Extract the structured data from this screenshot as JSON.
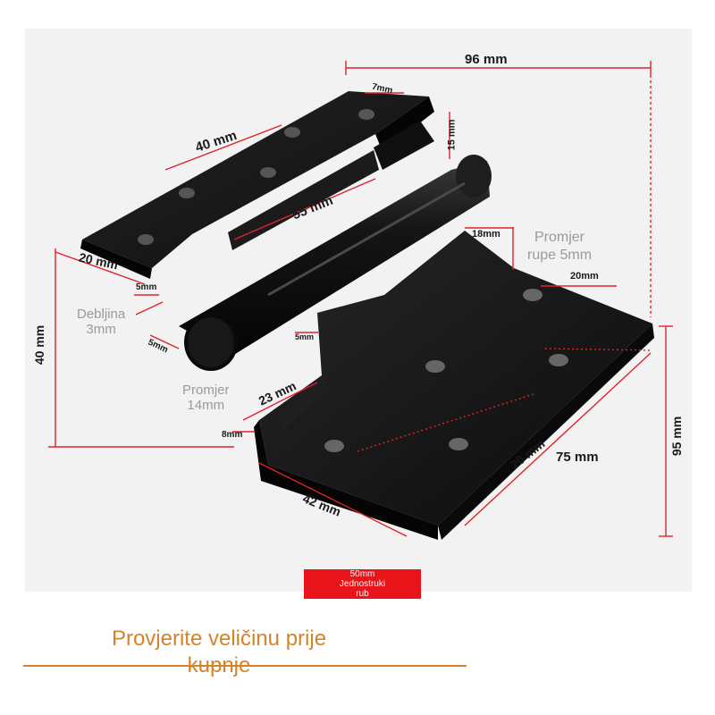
{
  "dimensions": {
    "width_96": "96 mm",
    "d_7": "7mm",
    "d_15": "15 mm",
    "d_40_top": "40 mm",
    "d_55": "55 mm",
    "d_18": "18mm",
    "d_20_right": "20mm",
    "d_20_left": "20 mm",
    "d_5_upper": "5mm",
    "d_40_height": "40 mm",
    "d_5_lower": "5mm",
    "d_5_mid": "5mm",
    "d_23": "23 mm",
    "d_8": "8mm",
    "d_20_center": "20 mm",
    "d_75": "75 mm",
    "d_95": "95 mm",
    "d_42": "42 mm"
  },
  "notes": {
    "hole_line1": "Promjer",
    "hole_line2": "rupe 5mm",
    "thickness_line1": "Debljina",
    "thickness_line2": "3mm",
    "pin_line1": "Promjer",
    "pin_line2": "14mm"
  },
  "badge": {
    "line1": "50mm",
    "line2": "Jednostruki",
    "line3": "rub"
  },
  "caption": {
    "line1": "Provjerite veličinu prije",
    "line2": "kupnje"
  },
  "colors": {
    "background": "#f2f2f2",
    "metal": "#121212",
    "dimension_line": "#e0222a",
    "badge": "#e8141a",
    "caption": "#d6822a"
  }
}
